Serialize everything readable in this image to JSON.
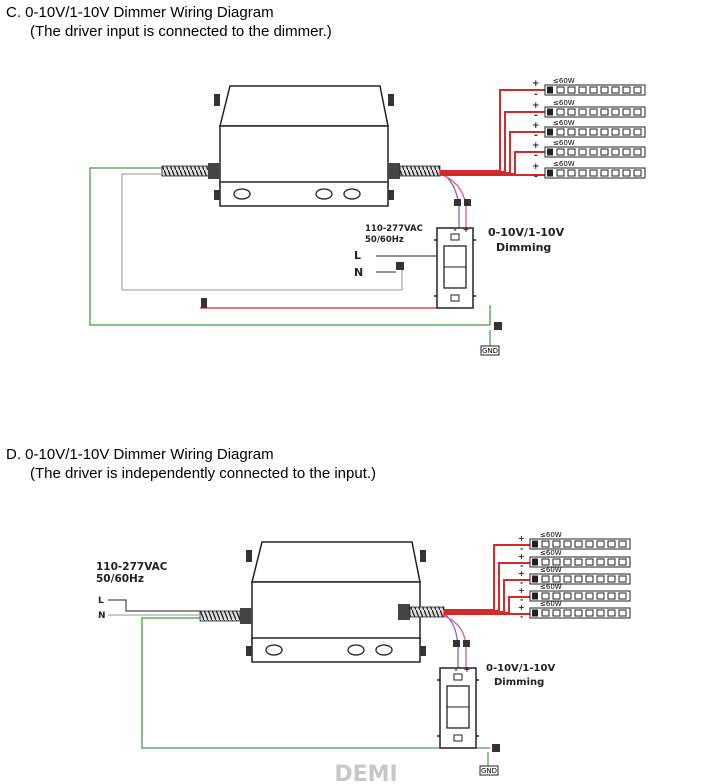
{
  "section_c": {
    "title": "C. 0-10V/1-10V  Dimmer Wiring Diagram",
    "subtitle": "(The driver input is connected to the dimmer.)",
    "supply_voltage": "110-277VAC",
    "supply_freq": "50/60Hz",
    "line_label": "L",
    "neutral_label": "N",
    "dimming_title": "0-10V/1-10V",
    "dimming_sub": "Dimming",
    "gnd_label": "GND",
    "load_label": "≤60W",
    "plus": "+",
    "minus": "-"
  },
  "section_d": {
    "title": "D. 0-10V/1-10V  Dimmer Wiring Diagram",
    "subtitle": "(The driver is independently connected to the input.)",
    "supply_voltage": "110-277VAC",
    "supply_freq": "50/60Hz",
    "line_label": "L",
    "neutral_label": "N",
    "dimming_title": "0-10V/1-10V",
    "dimming_sub": "Dimming",
    "gnd_label": "GND",
    "load_label": "≤60W",
    "plus": "+",
    "minus": "-"
  },
  "watermark": "DEMI",
  "colors": {
    "load_wire": "#d42a2a",
    "dim_purple": "#7b6bc8",
    "dim_pink": "#e05a8a",
    "ground": "#4a9a4a",
    "neutral": "#888888"
  }
}
